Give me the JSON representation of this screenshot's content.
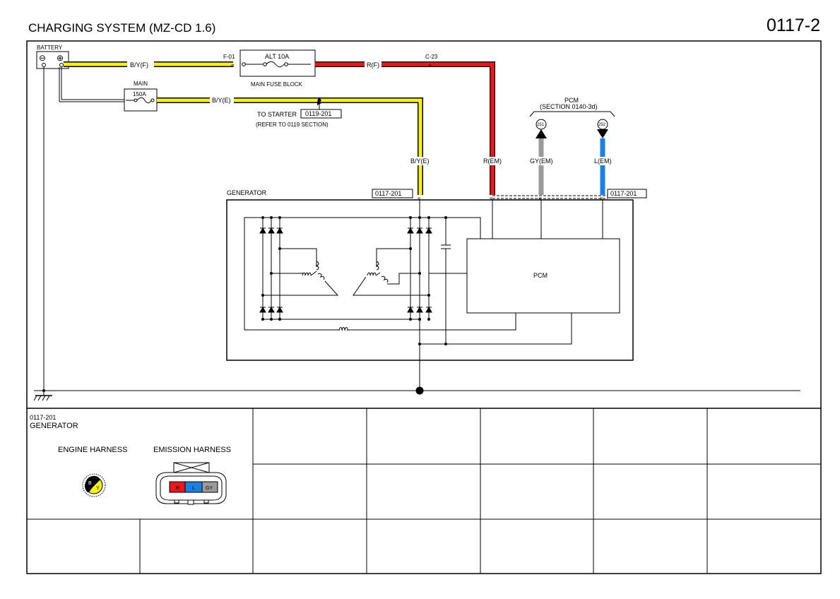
{
  "header": {
    "title": "CHARGING SYSTEM (MZ-CD 1.6)",
    "page_number": "0117-2"
  },
  "diagram": {
    "battery_label": "BATTERY",
    "battery_minus": "⊖",
    "battery_plus": "⊕",
    "wire_by_f": "B/Y(F)",
    "connector_f01": "F-01",
    "alt_fuse": "ALT 10A",
    "main_fuse_block": "MAIN FUSE BLOCK",
    "wire_r_f": "R(F)",
    "connector_c23": "C-23",
    "main_label": "MAIN",
    "main_fuse": "150A",
    "wire_by_e": "B/Y(E)",
    "to_starter": "TO STARTER",
    "starter_ref": "0119-201",
    "refer_section": "(REFER TO 0119 SECTION)",
    "pcm_label": "PCM",
    "pcm_section": "(SECTION 0140-3d)",
    "terminal_251": "251",
    "terminal_252": "252",
    "wire_by_e2": "B/Y(E)",
    "wire_r_em": "R(EM)",
    "wire_gy_em": "GY(EM)",
    "wire_l_em": "L(EM)",
    "generator_label": "GENERATOR",
    "connector_ref_left": "0117-201",
    "connector_ref_right": "0117-201",
    "pcm_inner": "PCM"
  },
  "connector_table": {
    "code": "0117-201",
    "name": "GENERATOR",
    "engine_harness": "ENGINE HARNESS",
    "emission_harness": "EMISSION HARNESS",
    "engine_pins": [
      "B",
      "Y"
    ],
    "emission_pins": [
      "R",
      "L",
      "GY"
    ]
  },
  "colors": {
    "yellow": "#f5ef1a",
    "red": "#e8191e",
    "gray": "#9a9a9a",
    "blue": "#1e7fe0"
  }
}
